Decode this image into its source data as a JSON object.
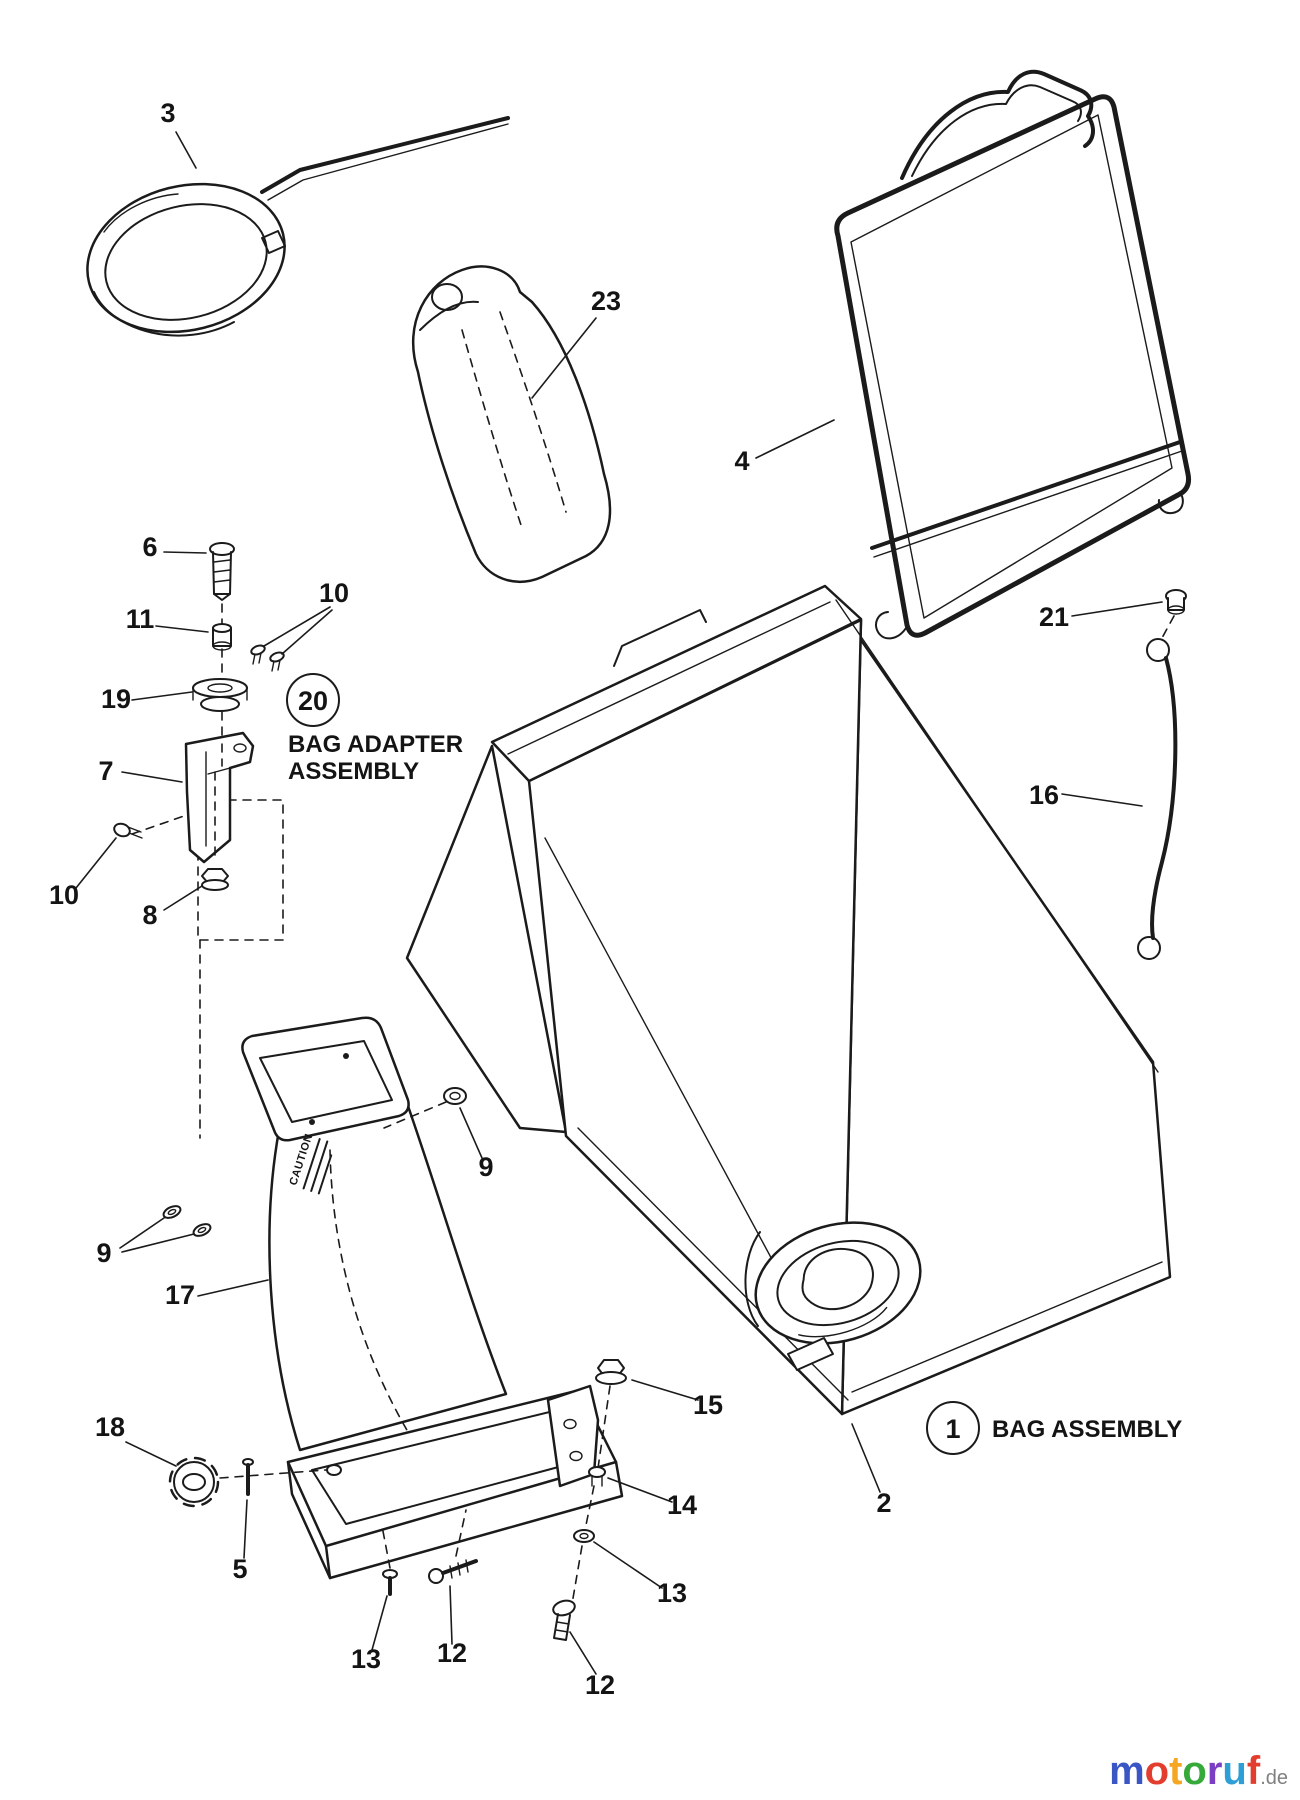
{
  "callouts": {
    "bag_adapter": {
      "number": "20",
      "label_line1": "BAG ADAPTER",
      "label_line2": "ASSEMBLY"
    },
    "bag_assembly": {
      "number": "1",
      "label": "BAG ASSEMBLY"
    }
  },
  "part_labels": {
    "p3": "3",
    "p23": "23",
    "p4": "4",
    "p6": "6",
    "p11": "11",
    "p10_top": "10",
    "p19": "19",
    "p7": "7",
    "p10_left": "10",
    "p8": "8",
    "p21": "21",
    "p16": "16",
    "p2": "2",
    "p17": "17",
    "p9_right": "9",
    "p9_left": "9",
    "p18": "18",
    "p5": "5",
    "p15": "15",
    "p14": "14",
    "p13_right": "13",
    "p12_right": "12",
    "p13_left": "13",
    "p12_left": "12"
  },
  "decal": {
    "caution": "CAUTION"
  },
  "watermark": {
    "letters": [
      {
        "ch": "m",
        "color": "#3a56c5"
      },
      {
        "ch": "o",
        "color": "#e23d2e"
      },
      {
        "ch": "t",
        "color": "#f5a623"
      },
      {
        "ch": "o",
        "color": "#36a93b"
      },
      {
        "ch": "r",
        "color": "#7b3fc4"
      },
      {
        "ch": "u",
        "color": "#2e9fd4"
      },
      {
        "ch": "f",
        "color": "#e23d2e"
      }
    ],
    "suffix": ".de",
    "suffix_color": "#808080"
  },
  "colors": {
    "line": "#1b1b1b",
    "background": "#ffffff"
  }
}
